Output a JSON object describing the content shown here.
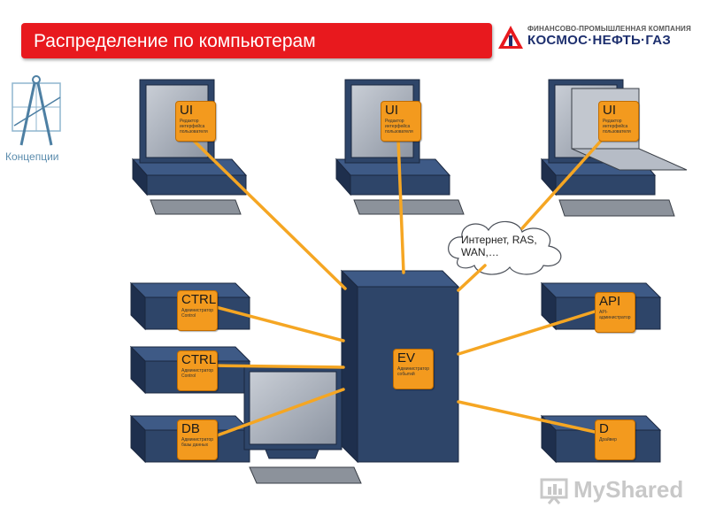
{
  "header": {
    "title": "Распределение по компьютерам"
  },
  "logo": {
    "line1": "ФИНАНСОВО-ПРОМЫШЛЕННАЯ КОМПАНИЯ",
    "line2": "КОСМОС·НЕФТЬ·ГАЗ",
    "brand_color": "#1d2f6e",
    "accent_color": "#e8191e"
  },
  "sidebar": {
    "concept_label": "Концепции"
  },
  "diagram": {
    "cloud_label": "Интернет, RAS, WAN,…",
    "box_color": "#f39a1e",
    "link_color": "#f5a623",
    "hardware_color": "#2e4569",
    "boxes": [
      {
        "title": "UI",
        "subtitle": "Редактор интерфейса пользователя"
      },
      {
        "title": "UI",
        "subtitle": "Редактор интерфейса пользователя"
      },
      {
        "title": "UI",
        "subtitle": "Редактор интерфейса пользователя"
      },
      {
        "title": "CTRL",
        "subtitle": "Администратор Control"
      },
      {
        "title": "CTRL",
        "subtitle": "Администратор Control"
      },
      {
        "title": "DB",
        "subtitle": "Администратор базы данных"
      },
      {
        "title": "EV",
        "subtitle": "Администратор событий"
      },
      {
        "title": "API",
        "subtitle": "API-администратор"
      },
      {
        "title": "D",
        "subtitle": "Драйвер"
      }
    ]
  },
  "watermark": {
    "text": "MyShared"
  }
}
